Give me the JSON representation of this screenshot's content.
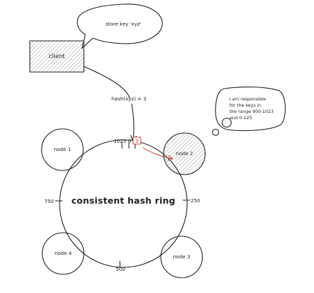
{
  "speech_bubble": {
    "text": "store key 'xyz'"
  },
  "client": {
    "label": "client"
  },
  "hash_arrow": {
    "label": "hash(xyz) = 3"
  },
  "ring": {
    "label": "consistent hash ring",
    "ticks": {
      "top_a": "1023",
      "top_b": "0",
      "top_marker": "3",
      "right": "250",
      "bottom": "500",
      "left": "750"
    }
  },
  "nodes": [
    {
      "id": "node-1",
      "label": "node 1",
      "highlighted": false
    },
    {
      "id": "node-2",
      "label": "node 2",
      "highlighted": true
    },
    {
      "id": "node-3",
      "label": "node 3",
      "highlighted": false
    },
    {
      "id": "node-4",
      "label": "node 4",
      "highlighted": false
    }
  ],
  "thought_bubble": {
    "lines": [
      "I am responsible",
      "for the keys in",
      "the range 900-1023",
      "and 0-125"
    ]
  },
  "colors": {
    "stroke": "#1e1e1e",
    "hatch": "#9a9a9a",
    "accent_red": "#c0392b"
  }
}
